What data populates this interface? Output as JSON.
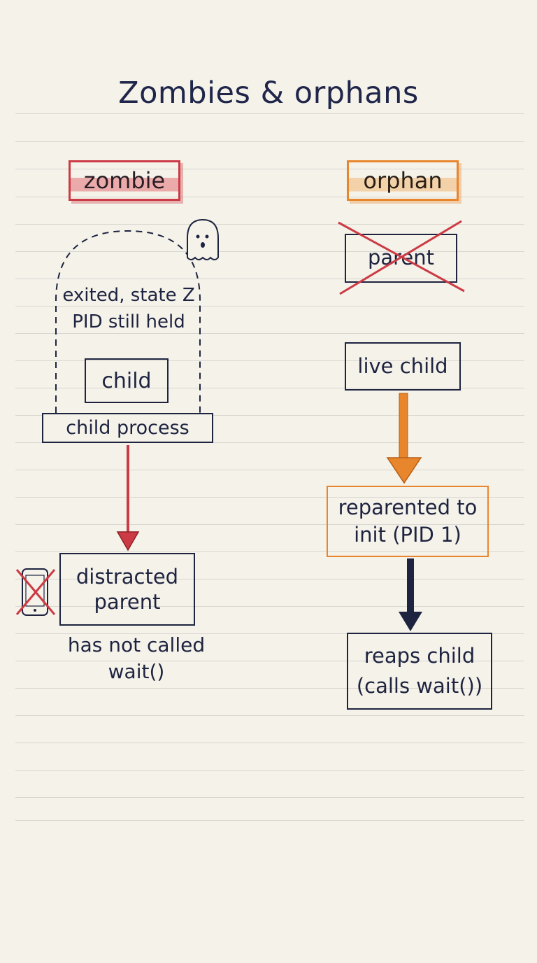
{
  "title": "Zombies & orphans",
  "zombie": {
    "label": "zombie",
    "tombstone_text": "exited, state Z\nPID still held",
    "child_box": "child",
    "child_process_box": "child process",
    "parent_box": "distracted\nparent",
    "parent_note": "has not called\nwait()"
  },
  "orphan": {
    "label": "orphan",
    "parent_box": "parent",
    "live_child_box": "live child",
    "reparented_box": "reparented to\ninit (PID 1)",
    "reaps_box": "reaps child\n(calls wait())"
  },
  "colors": {
    "zombie_accent": "#cc3b45",
    "orphan_accent": "#e8862e",
    "ink": "#1e2440",
    "paper": "#f5f2ea"
  }
}
